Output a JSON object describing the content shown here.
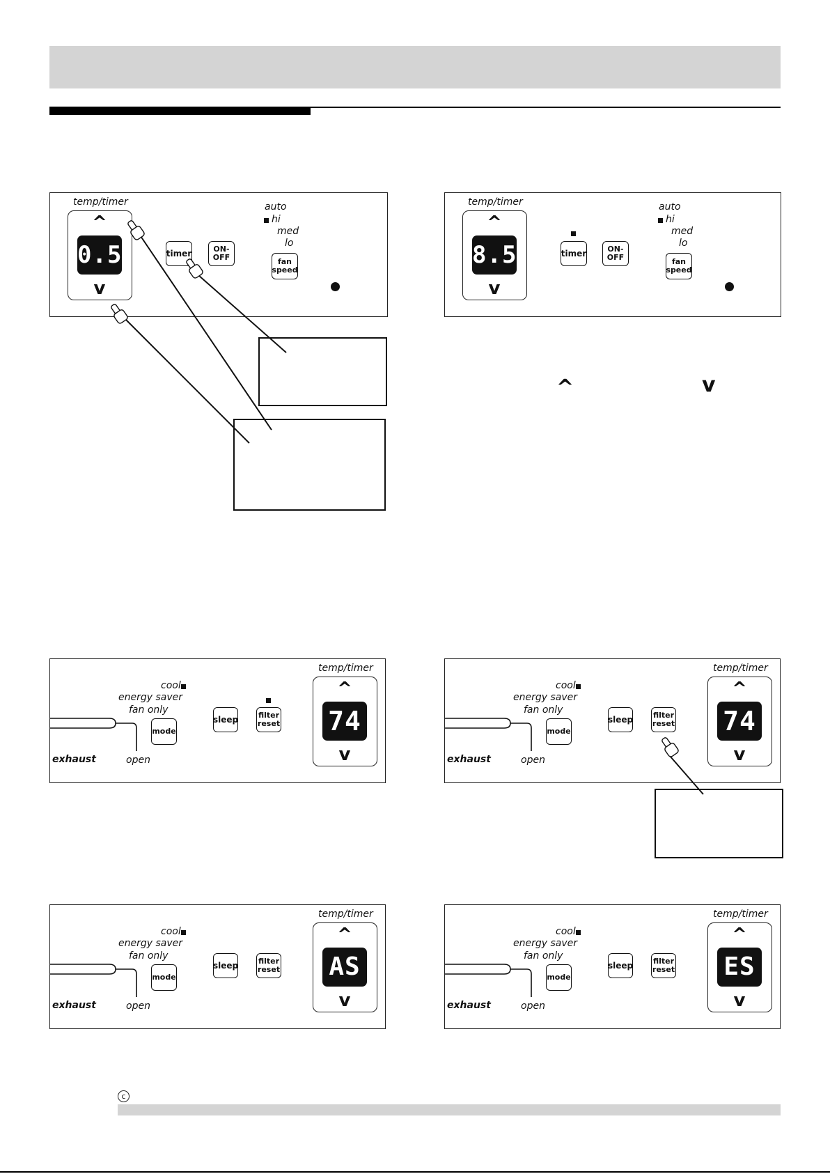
{
  "labels": {
    "temp_timer": "temp/timer",
    "auto": "auto",
    "hi": "hi",
    "med": "med",
    "lo": "lo",
    "cool": "cool",
    "energy_saver": "energy saver",
    "fan_only": "fan only",
    "exhaust": "exhaust",
    "open": "open"
  },
  "buttons": {
    "timer": "timer",
    "on_off": "ON-\nOFF",
    "fan_speed": "fan\nspeed",
    "sleep": "sleep",
    "filter_reset": "filter\nreset",
    "mode": "mode"
  },
  "displays": {
    "panel1": "0.5",
    "panel2": "8.5",
    "panel3": "74",
    "panel4": "74",
    "panel5": "AS",
    "panel6": "ES"
  },
  "symbols": {
    "up": "^",
    "down": "v",
    "copyright": "c"
  },
  "icons": {
    "hand_pointer": "hand-pointer-icon",
    "indicator_square": "square-indicator-icon",
    "indicator_dot": "dot-indicator-icon"
  }
}
